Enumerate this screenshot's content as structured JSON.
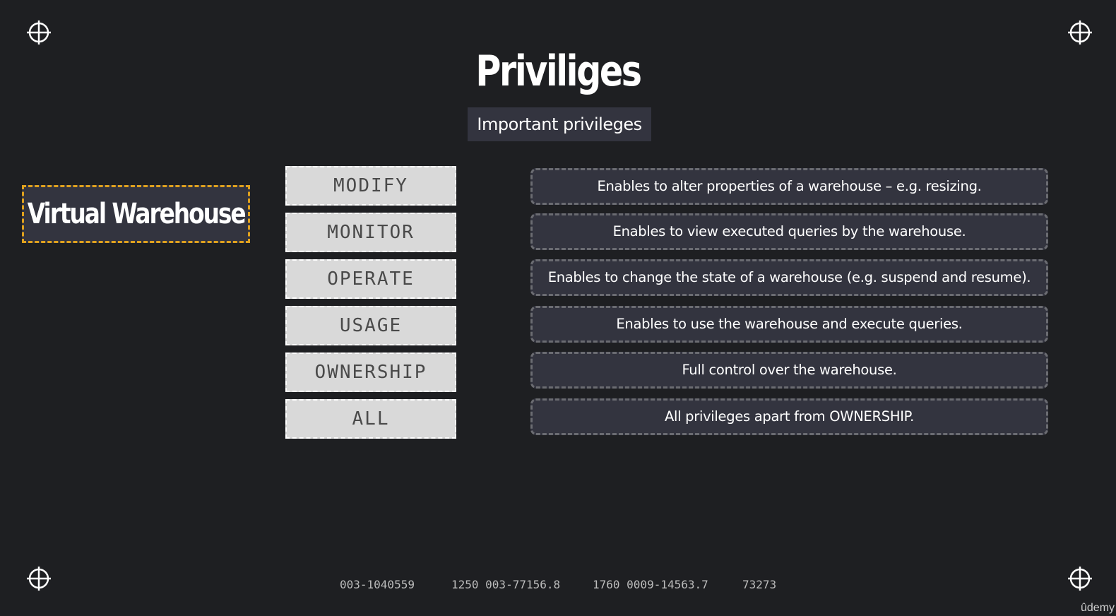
{
  "slide": {
    "title": "Priviliges",
    "subtitle": "Important privileges",
    "object_label": "Virtual Warehouse"
  },
  "privileges": [
    {
      "name": "MODIFY",
      "description": "Enables to alter properties of a warehouse – e.g. resizing."
    },
    {
      "name": "MONITOR",
      "description": "Enables to view executed queries by the warehouse."
    },
    {
      "name": "OPERATE",
      "description": "Enables to change the state of a warehouse (e.g. suspend and resume)."
    },
    {
      "name": "USAGE",
      "description": "Enables to use the warehouse and execute queries."
    },
    {
      "name": "OWNERSHIP",
      "description": "Full control over the warehouse."
    },
    {
      "name": "ALL",
      "description": "All privileges apart from OWNERSHIP."
    }
  ],
  "footer": {
    "codes": [
      "003-1040559",
      "1250 003-77156.8",
      "1760 0009-14563.7",
      "73273"
    ]
  },
  "brand": "ûdemy",
  "colors": {
    "background": "#1e1f22",
    "accent": "#e0a11d",
    "panel": "#33343f",
    "privilege_box": "#d9d9d9"
  }
}
